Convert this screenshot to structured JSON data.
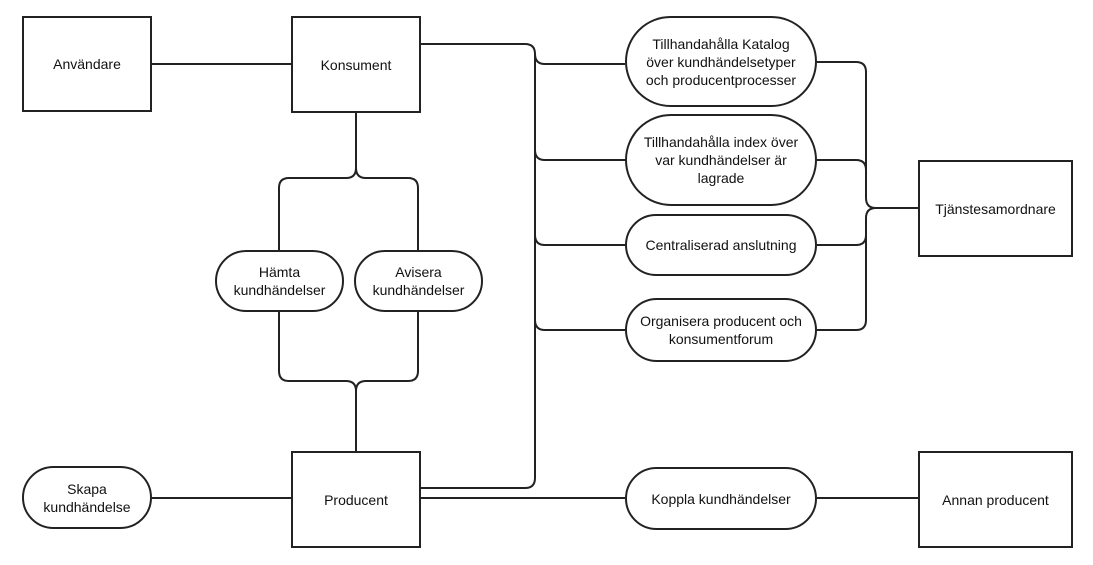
{
  "diagram": {
    "nodes": {
      "anvandare": "Användare",
      "konsument": "Konsument",
      "hamta": "Hämta\nkundhändelser",
      "avisera": "Avisera\nkundhändelser",
      "skapa": "Skapa\nkundhändelse",
      "producent": "Producent",
      "katalog": "Tillhandahålla Katalog\növer kundhändelsetyper\noch producentprocesser",
      "index": "Tillhandahålla index över\nvar kundhändelser är\nlagrade",
      "anslutning": "Centraliserad anslutning",
      "forum": "Organisera producent och\nkonsumentforum",
      "koppla": "Koppla kundhändelser",
      "tjanst": "Tjänstesamordnare",
      "annan": "Annan producent"
    },
    "colors": {
      "stroke": "#222222",
      "fill": "#ffffff",
      "text": "#111111"
    }
  }
}
